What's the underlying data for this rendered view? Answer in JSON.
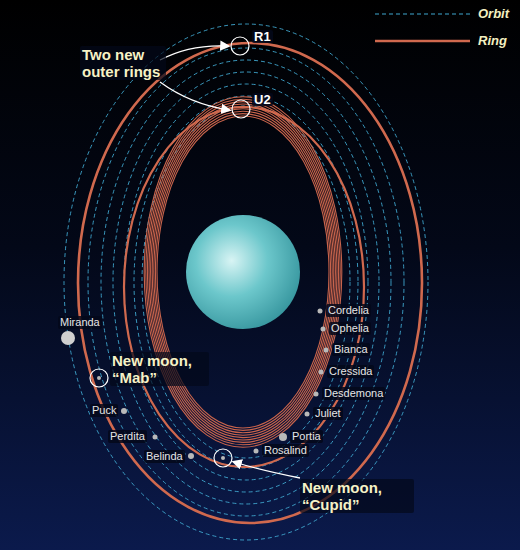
{
  "diagram": {
    "labels": [
      "R1",
      "U2",
      "Two new outer rings",
      "Miranda",
      "New moon, “Mab”",
      "Puck",
      "Perdita",
      "Belinda",
      "Cordelia",
      "Ophelia",
      "Bianca",
      "Cressida",
      "Desdemona",
      "Juliet",
      "Portia",
      "Rosalind",
      "New moon, “Cupid”"
    ],
    "legend": [
      {
        "text": "Orbit"
      },
      {
        "text": "Ring"
      }
    ]
  }
}
